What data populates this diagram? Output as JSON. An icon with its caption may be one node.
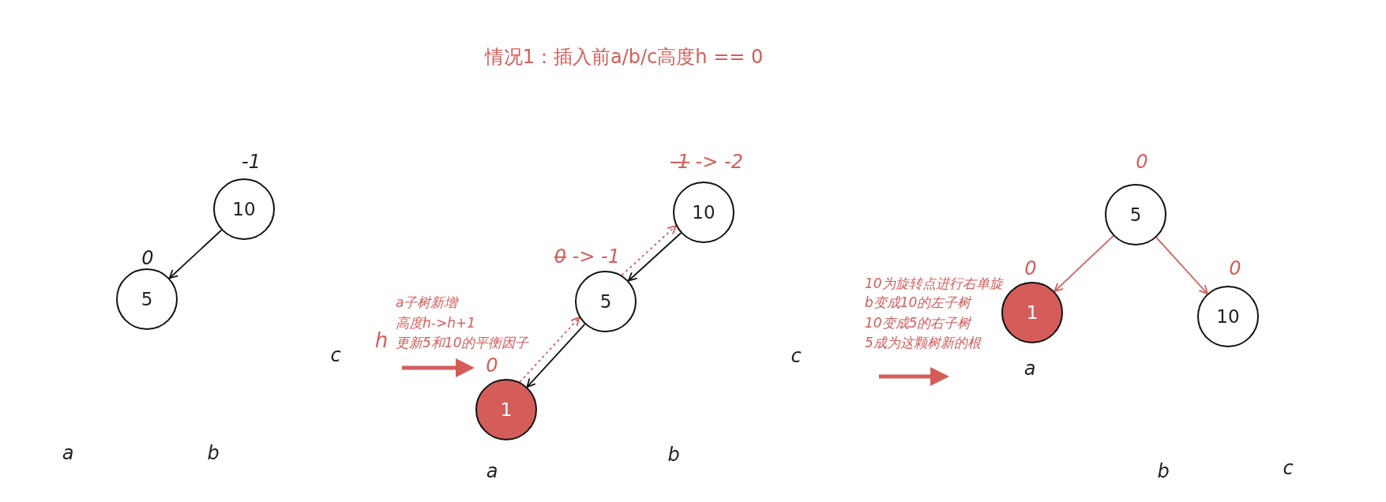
{
  "diagram": {
    "title": "情况1：插入前a/b/c高度h == 0",
    "nodes": [
      {
        "text": [
          "10"
        ],
        "beside": [
          "-1"
        ]
      },
      {
        "text": [
          "5"
        ],
        "beside": [
          "0"
        ]
      },
      {
        "text": [
          "10"
        ],
        "beside": [
          "-1 -> -2"
        ]
      },
      {
        "text": [
          "5"
        ],
        "beside": [
          "0 -> -1"
        ]
      },
      {
        "text": [
          "1"
        ],
        "beside": [
          "0"
        ]
      },
      {
        "text": [
          "5"
        ],
        "beside": [
          "0"
        ]
      },
      {
        "text": [
          "1"
        ],
        "beside": [
          "0"
        ]
      },
      {
        "text": [
          "10"
        ],
        "beside": [
          "0"
        ]
      }
    ],
    "edges": [
      {
        "from": 0,
        "to": 1,
        "arrow": "to",
        "color": "#111111"
      },
      {
        "from": 2,
        "to": 3,
        "arrow": "to",
        "color": "#111111"
      },
      {
        "from": 3,
        "to": 4,
        "arrow": "to",
        "color": "#111111"
      },
      {
        "from": 4,
        "to": 3,
        "arrow": "to",
        "style": "dashed",
        "color": "#d45d5a"
      },
      {
        "from": 3,
        "to": 2,
        "arrow": "to",
        "style": "dashed",
        "color": "#d45d5a"
      },
      {
        "from": 5,
        "to": 6,
        "arrow": "to",
        "color": "#d45d5a"
      },
      {
        "from": 5,
        "to": 7,
        "arrow": "to",
        "color": "#d45d5a"
      }
    ],
    "labels": [
      "a",
      "b",
      "c",
      "a子树新增",
      "高度h->h+1",
      "h",
      "更新5和10的平衡因子",
      "a",
      "b",
      "c",
      "10为旋转点进行右单旋",
      "b变成10的左子树",
      "10变成5的右子树",
      "5成为这颗树新的根",
      "a",
      "b",
      "c"
    ]
  }
}
